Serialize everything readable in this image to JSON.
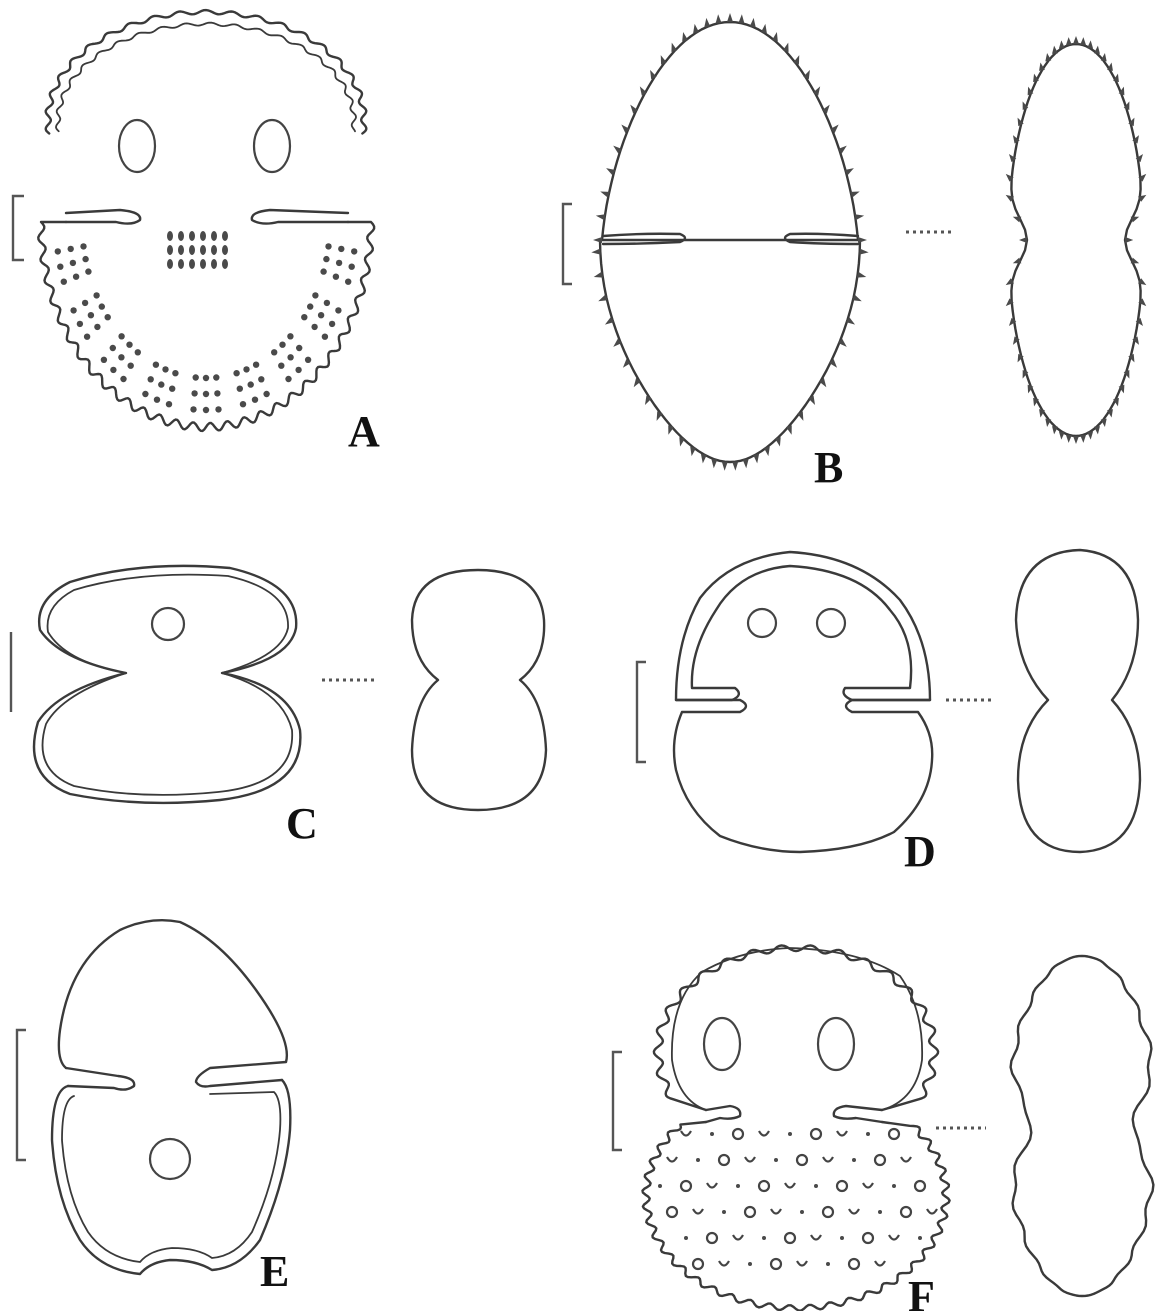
{
  "figure": {
    "panels": [
      {
        "id": "A",
        "label": "A"
      },
      {
        "id": "B",
        "label": "B"
      },
      {
        "id": "C",
        "label": "C"
      },
      {
        "id": "D",
        "label": "D"
      },
      {
        "id": "E",
        "label": "E"
      },
      {
        "id": "F",
        "label": "F"
      }
    ]
  },
  "colors": {
    "outline": "#3a3a3a",
    "background": "#ffffff",
    "label": "#111111"
  }
}
